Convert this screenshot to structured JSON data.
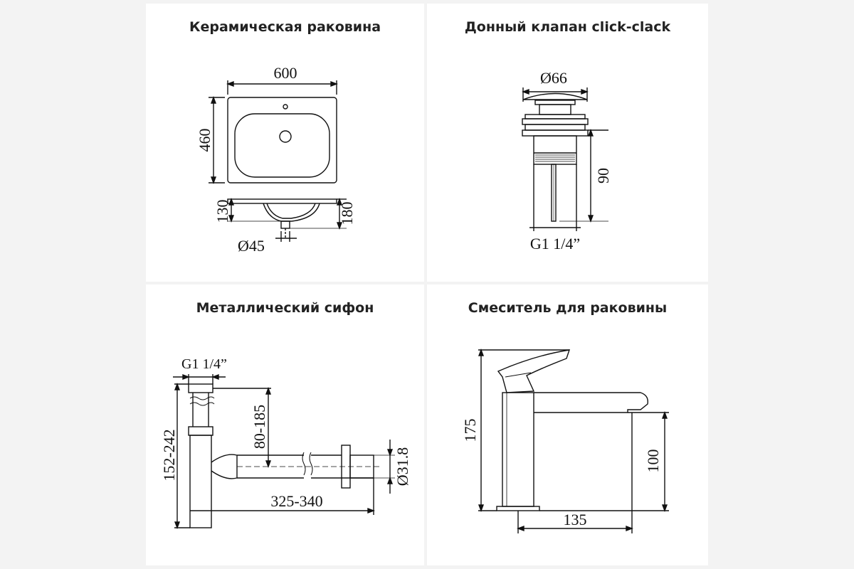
{
  "colors": {
    "background": "#f3f3f3",
    "panel": "#ffffff",
    "line": "#111111"
  },
  "panels": {
    "sink": {
      "title": "Керамическая раковина",
      "width": "600",
      "depth": "460",
      "bowl_depth": "130",
      "total_height": "180",
      "drain": "Ø45"
    },
    "valve": {
      "title": "Донный клапан click-clack",
      "diameter": "Ø66",
      "height": "90",
      "thread": "G1 1/4”"
    },
    "siphon": {
      "title": "Металлический сифон",
      "thread": "G1 1/4”",
      "total_height": "152-242",
      "adjust_height": "80-185",
      "length": "325-340",
      "outlet": "Ø31.8"
    },
    "faucet": {
      "title": "Смеситель для раковины",
      "height": "175",
      "spout_height": "100",
      "reach": "135"
    }
  }
}
